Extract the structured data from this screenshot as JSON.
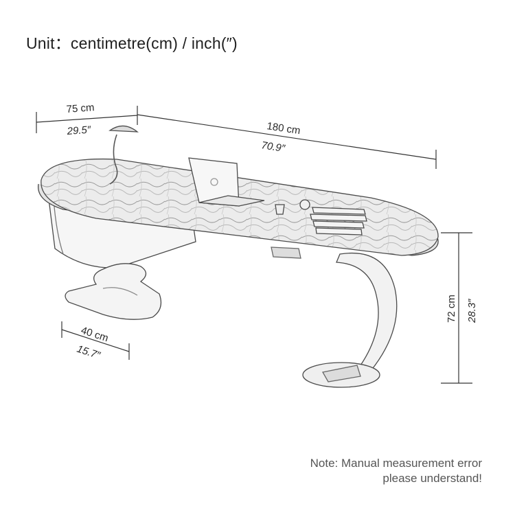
{
  "heading": "Unit：centimetre(cm) / inch(″)",
  "dimensions": {
    "depth": {
      "cm": "75 cm",
      "inch": "29.5″"
    },
    "length": {
      "cm": "180 cm",
      "inch": "70.9″"
    },
    "base_width": {
      "cm": "40 cm",
      "inch": "15.7″"
    },
    "height": {
      "cm": "72 cm",
      "inch": "28.3″"
    }
  },
  "note": {
    "line1": "Note: Manual measurement error",
    "line2": "please understand!"
  },
  "colors": {
    "line": "#333333",
    "sketch": "#4a4a4a",
    "note_text": "#555555"
  }
}
